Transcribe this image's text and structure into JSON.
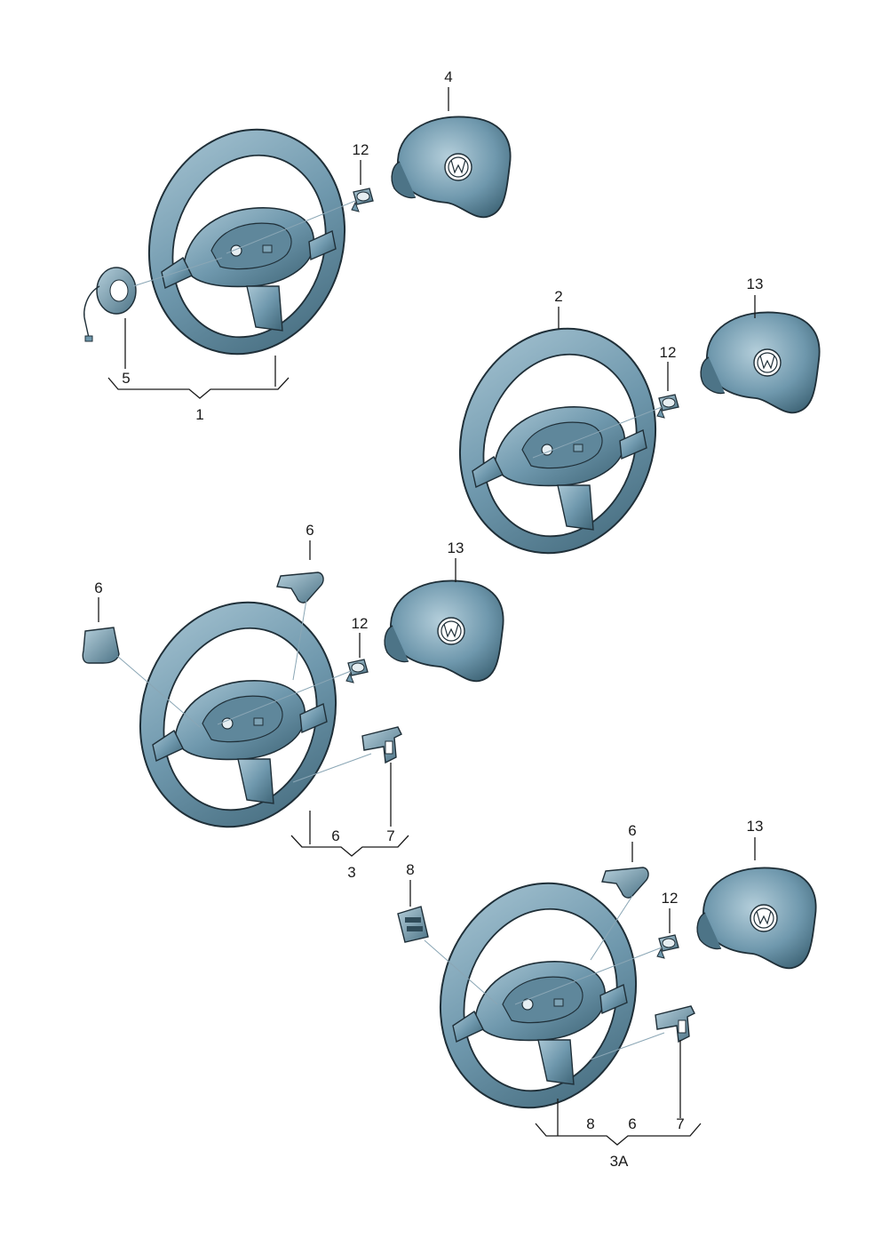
{
  "colors": {
    "part_fill": "#6f98ad",
    "part_light": "#a9c6d4",
    "part_dark": "#3f6577",
    "outline": "#1f2f38",
    "accent": "#5b8aa0"
  },
  "callouts": {
    "g1": {
      "n4": "4",
      "n12": "12",
      "n5": "5",
      "n1": "1"
    },
    "g2": {
      "n2": "2",
      "n13": "13",
      "n12": "12"
    },
    "g3": {
      "n6a": "6",
      "n6b": "6",
      "n13": "13",
      "n12": "12",
      "n6c": "6",
      "n7": "7",
      "n3": "3"
    },
    "g4": {
      "n6": "6",
      "n13": "13",
      "n8": "8",
      "n12": "12",
      "n8b": "8",
      "n6b": "6",
      "n7": "7",
      "n3a": "3A"
    }
  },
  "icons": [
    "steering-wheel-icon",
    "airbag-module-icon",
    "bolt-icon",
    "clock-spring-icon",
    "trim-cover-icon",
    "switch-panel-icon",
    "vw-logo-icon"
  ]
}
